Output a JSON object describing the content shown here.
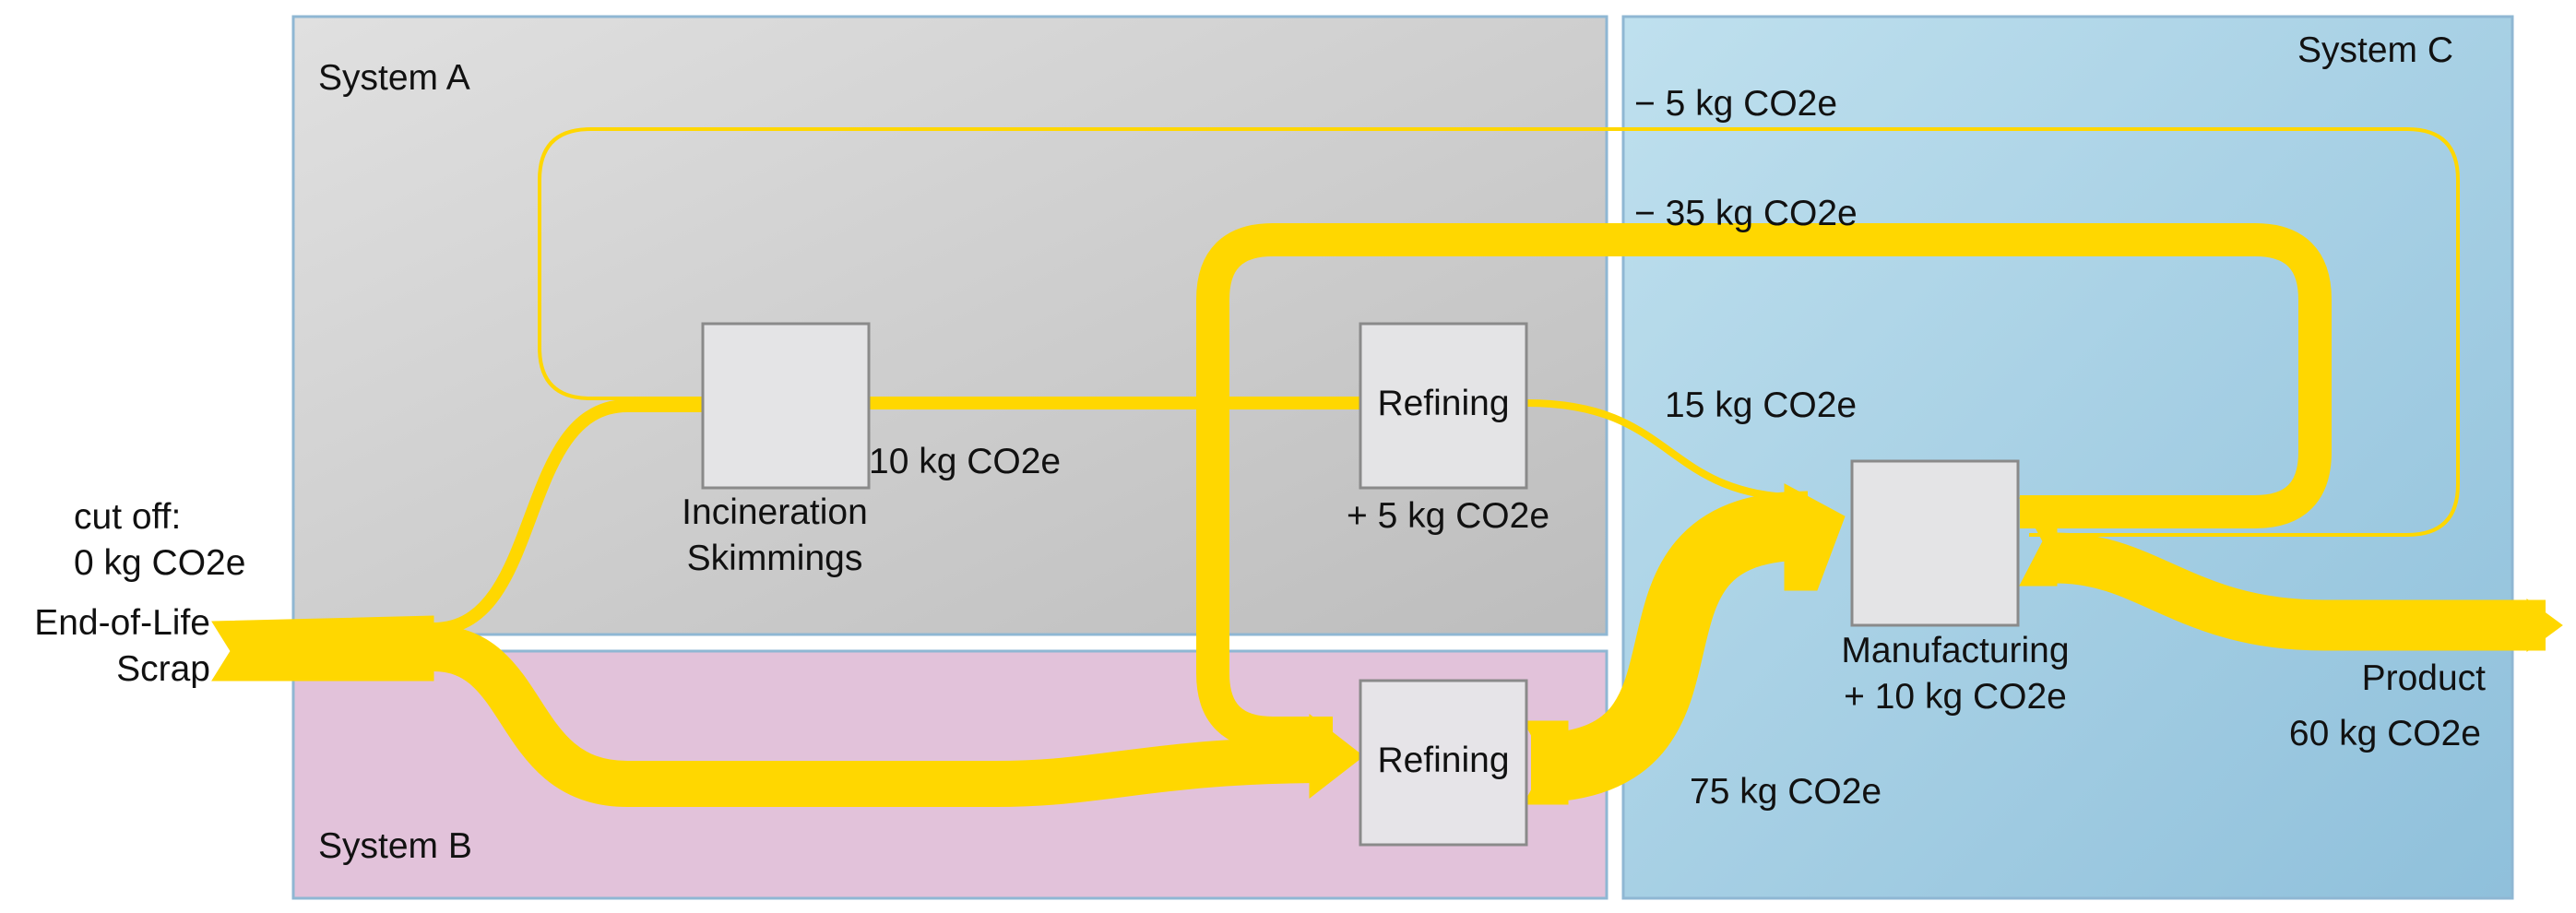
{
  "colors": {
    "flow": "#FFD700",
    "system_a": "#C6C6C6",
    "system_b": "#E2C2DA",
    "system_c": "#A9CFE3",
    "process_box": "#E4E4E6"
  },
  "systems": {
    "a": "System A",
    "b": "System B",
    "c": "System C"
  },
  "processes": {
    "incineration": [
      "Incineration",
      "Skimmings"
    ],
    "refining_a": "Refining",
    "refining_b": "Refining",
    "manufacturing": "Manufacturing"
  },
  "labels": {
    "cutoff": [
      "cut off:",
      "0 kg CO2e"
    ],
    "scrap": [
      "End-of-Life",
      "Scrap"
    ],
    "incineration_emission": "10 kg CO2e",
    "refining_a_emission": "+ 5 kg CO2e",
    "manufacturing_emission": "+ 10 kg CO2e",
    "credit_small": "− 5 kg CO2e",
    "credit_large": "− 35 kg CO2e",
    "flow_refining_a": "15 kg CO2e",
    "flow_refining_b": "75 kg CO2e",
    "product": "Product",
    "product_value": "60 kg CO2e"
  }
}
